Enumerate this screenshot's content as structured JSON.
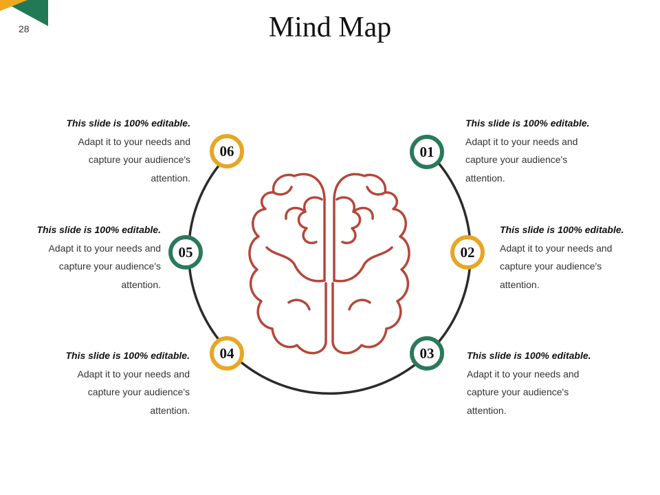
{
  "slide": {
    "page_number": "28",
    "title": "Mind Map"
  },
  "colors": {
    "gold": "#E7A623",
    "green": "#2A7A5A",
    "brain": "#B5473A",
    "ring": "#2B2B2B",
    "corner_gold": "#F0A81E",
    "corner_green": "#217A55"
  },
  "nodes": [
    {
      "id": "06",
      "color": "gold"
    },
    {
      "id": "01",
      "color": "green"
    },
    {
      "id": "05",
      "color": "green"
    },
    {
      "id": "02",
      "color": "gold"
    },
    {
      "id": "04",
      "color": "gold"
    },
    {
      "id": "03",
      "color": "green"
    }
  ],
  "texts": [
    {
      "heading": "This slide is 100% editable.",
      "body": [
        "Adapt it to your needs and",
        "capture your audience's",
        "attention."
      ]
    },
    {
      "heading": "This slide is 100% editable.",
      "body": [
        "Adapt it to your needs and",
        "capture your audience's",
        "attention."
      ]
    },
    {
      "heading": "This slide is 100% editable.",
      "body": [
        "Adapt it to your needs and",
        "capture your audience's",
        "attention."
      ]
    },
    {
      "heading": "This slide is 100% editable.",
      "body": [
        "Adapt it to your needs and",
        "capture your audience's",
        "attention."
      ]
    },
    {
      "heading": "This slide is 100% editable.",
      "body": [
        "Adapt it to your needs and",
        "capture your audience's",
        "attention."
      ]
    },
    {
      "heading": "This slide is 100% editable.",
      "body": [
        "Adapt it to your needs and",
        "capture your audience's",
        "attention."
      ]
    }
  ]
}
